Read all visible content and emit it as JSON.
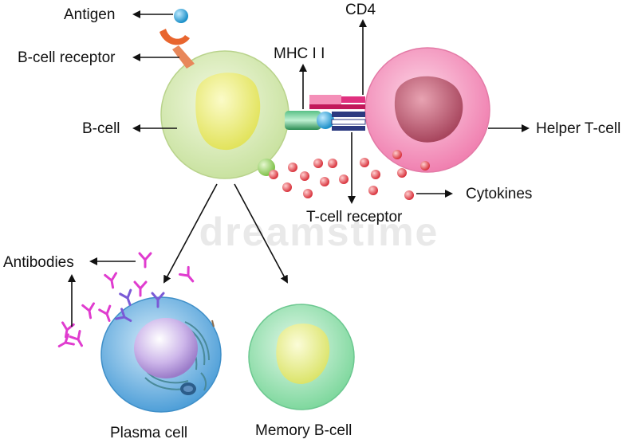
{
  "labels": {
    "antigen": "Antigen",
    "bcell_receptor": "B-cell receptor",
    "bcell": "B-cell",
    "mhc": "MHC I I",
    "cd4": "CD4",
    "helper_tcell": "Helper T-cell",
    "cytokines": "Cytokines",
    "tcell_receptor": "T-cell receptor",
    "antibodies": "Antibodies",
    "plasma_cell": "Plasma cell",
    "memory_bcell": "Memory B-cell"
  },
  "watermark": "dreamstime",
  "colors": {
    "bcell": "#d6eab4",
    "bcell_nucleus": "#ecec7a",
    "tcell": "#f49ac0",
    "tcell_nucleus": "#b8566e",
    "plasma": "#6eb6e6",
    "plasma_nucleus": "#c4a8e2",
    "memory": "#9be3b4",
    "memory_nucleus": "#e8ee88",
    "antibody": "#e03ccf",
    "cytokine": "#e0404a",
    "antigen": "#2aa4dc",
    "receptor": "#e88a5c",
    "mhc": "#2f9e5e",
    "cd4": "#e53d8e",
    "tcr": "#1f2a66"
  }
}
